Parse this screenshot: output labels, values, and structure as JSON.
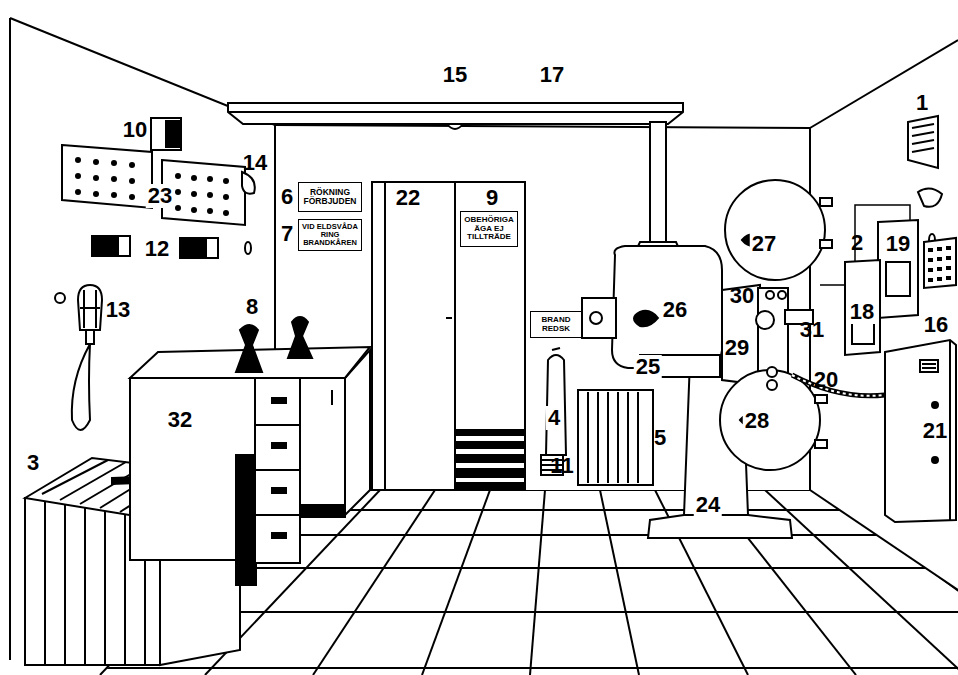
{
  "diagram": {
    "nodes": [
      {
        "text": [
          "RÖKNING FÖRBJUDEN"
        ]
      },
      {
        "text": [
          "VID ELDSVÅDA RING BRANDKÅREN"
        ]
      },
      {
        "text": [
          "OBEHÖRIGA ÄGA EJ TILLTRÄDE"
        ]
      },
      {
        "text": [
          "BRAND REDSK"
        ]
      }
    ],
    "labels": [
      "1",
      "15",
      "17",
      "10",
      "23",
      "14",
      "22",
      "9",
      "6",
      "7",
      "12",
      "27",
      "2",
      "19",
      "13",
      "8",
      "26",
      "30",
      "31",
      "18",
      "16",
      "25",
      "29",
      "20",
      "32",
      "4",
      "28",
      "5",
      "21",
      "11",
      "3",
      "24"
    ]
  }
}
